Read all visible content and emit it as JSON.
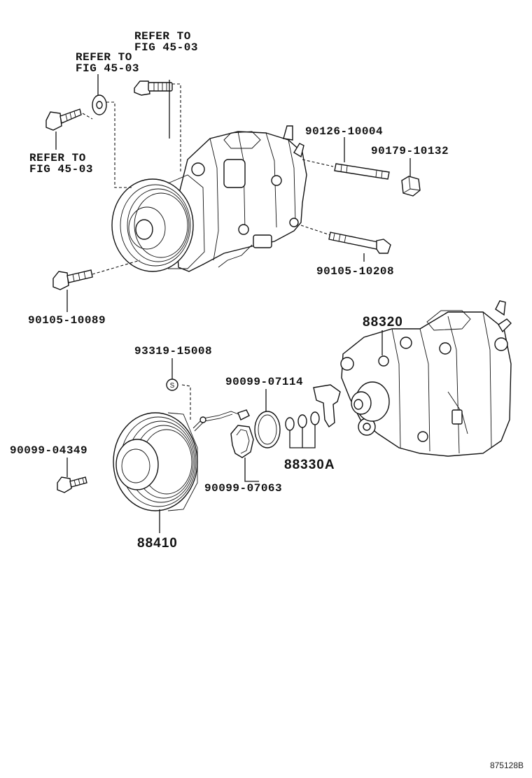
{
  "refer_labels": {
    "top": [
      "REFER TO",
      "FIG 45-03"
    ],
    "middle": [
      "REFER TO",
      "FIG 45-03"
    ],
    "left": [
      "REFER TO",
      "FIG 45-03"
    ]
  },
  "part_numbers": {
    "stud_bolt": "90126-10004",
    "nut": "90179-10132",
    "bolt_right": "90105-10208",
    "bolt_left": "90105-10089",
    "compressor": "88320",
    "screw_s": "93319-15008",
    "bracket": "90099-07114",
    "bolt_clutch": "90099-04349",
    "snap_ring": "90099-07063",
    "o_ring_kit": "88330A",
    "magnet_clutch": "88410"
  },
  "screw_marker": "S",
  "illustration_code": "875128B"
}
